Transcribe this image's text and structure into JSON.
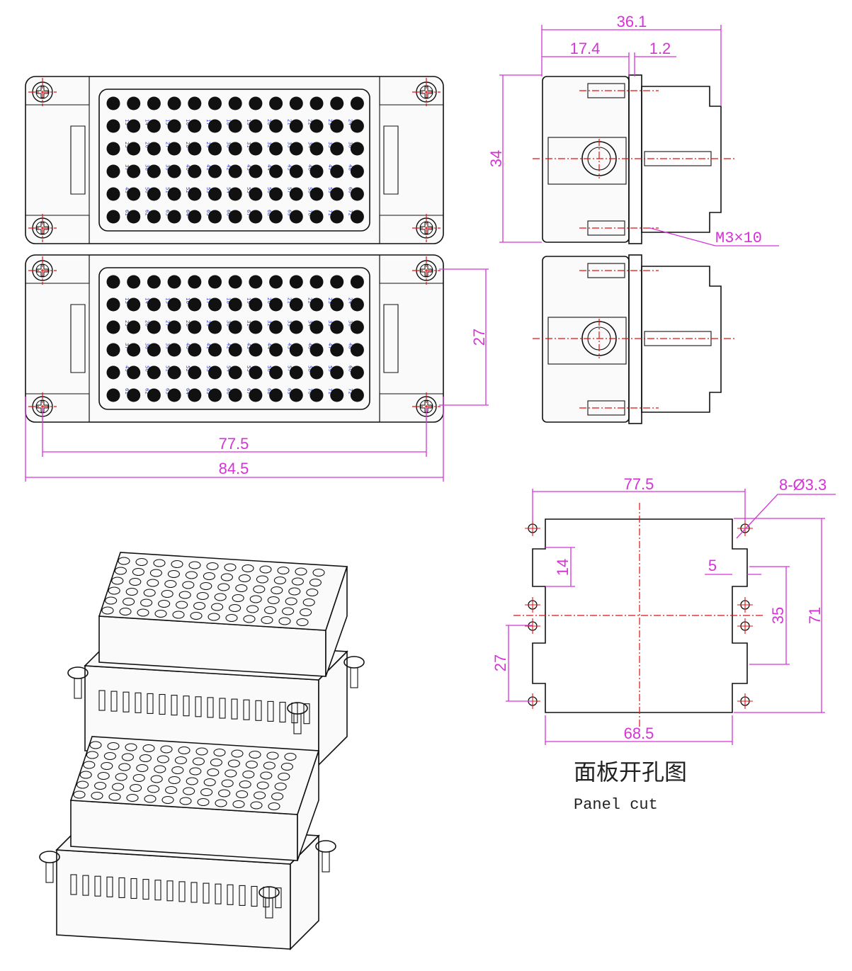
{
  "top_view": {
    "width_mount": "77.5",
    "width_total": "84.5",
    "height_mount": "27",
    "pin_rows": [
      [
        "13",
        "14",
        "15",
        "16",
        "17",
        "18",
        "19",
        "20",
        "21",
        "22",
        "23",
        "24"
      ],
      [
        "25",
        "26",
        "27",
        "28",
        "29",
        "30",
        "31",
        "32",
        "33",
        "34",
        "35",
        "36"
      ],
      [
        "37",
        "38",
        "39",
        "40",
        "41",
        "42",
        "43",
        "44",
        "45",
        "46",
        "47",
        "48"
      ],
      [
        "49",
        "50",
        "51",
        "52",
        "53",
        "54",
        "55",
        "56",
        "57",
        "58",
        "59",
        "60"
      ],
      [
        "61",
        "62",
        "63",
        "64",
        "65",
        "66",
        "67",
        "68",
        "69",
        "70",
        "71",
        "72"
      ]
    ]
  },
  "side_view": {
    "total_depth": "36.1",
    "depth_a": "17.4",
    "depth_b": "1.2",
    "height": "34",
    "screw": "M3×10"
  },
  "panel_cut": {
    "hole_pitch": "77.5",
    "holes": "8-Ø3.3",
    "notch": "14",
    "offset": "5",
    "inner_height": "35",
    "outer_height": "71",
    "hole_spacing": "27",
    "cut_width": "68.5",
    "title_cn": "面板开孔图",
    "title_en": "Panel cut"
  }
}
